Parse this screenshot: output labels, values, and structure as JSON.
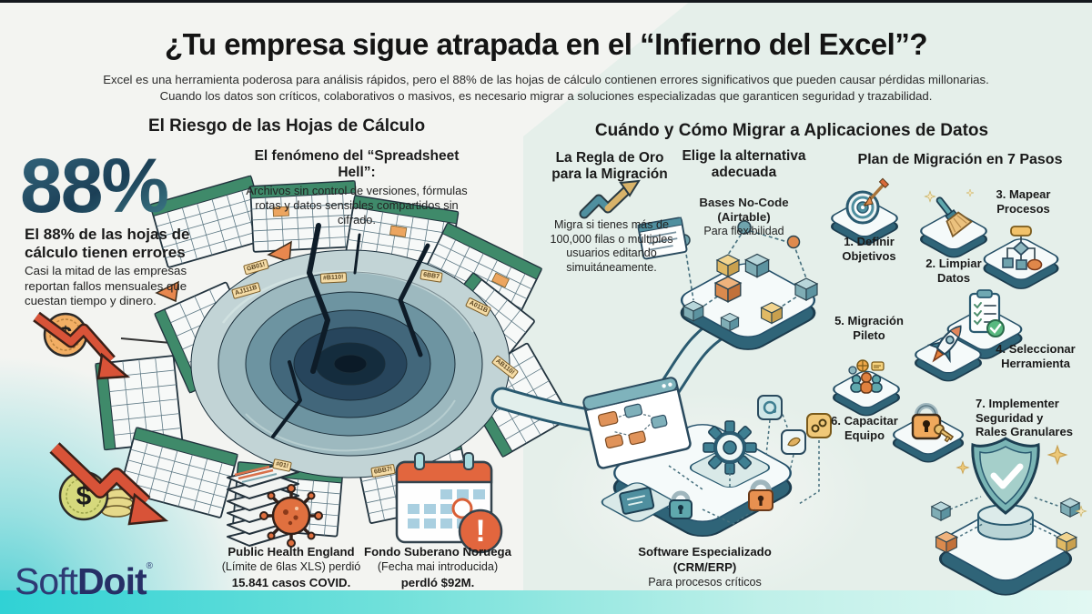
{
  "brand": {
    "soft": "Soft",
    "doit": "Doit",
    "reg": "®"
  },
  "colors": {
    "navy": "#262f66",
    "teal": "#3f7f92",
    "mint": "#e5efea",
    "orange": "#e0874a",
    "red_arrow": "#d85338",
    "band_cyan": "#30d2d5"
  },
  "header": {
    "title": "¿Tu empresa sigue atrapada en el “Infierno del Excel”?",
    "subtitle1": "Excel es una herramienta poderosa para análisis rápidos, pero el 88% de las hojas de cálculo contienen errores significativos que pueden causar pérdidas millonarias.",
    "subtitle2": "Cuando los datos son críticos, colaborativos o masivos, es necesario migrar a soluciones especializadas que garanticen seguridad y trazabilidad."
  },
  "left": {
    "title": "El Riesgo de las Hojas de Cálculo",
    "stat_value": "88%",
    "stat_headline": "El 88% de las hojas de cálculo tienen errores",
    "stat_detail": "Casi la mitad de las empresas reportan fallos mensuales que cuestan tiempo y dinero.",
    "hell_title": "El fenómeno del “Spreadsheet Hell”:",
    "hell_detail": "Archivos sin control de versiones, fórmulas rotas y datos sensibles compartidos sin cifrado.",
    "case1_title": "Public Health England",
    "case1_line2": "(Límite de 6las XLS) perdió",
    "case1_line3": "15.841 casos COVID.",
    "case2_title": "Fondo Suberano Noruega",
    "case2_line2": "(Fecha mai introducida)",
    "case2_line3": "perdló $92M.",
    "sheet_tags": [
      "GB01!",
      "AJ111B",
      "#B110!",
      "6BB7",
      "A011B",
      "#01!",
      "6BB7!",
      "AB110!"
    ]
  },
  "right": {
    "title": "Cuándo y Cómo Migrar a Aplicaciones de Datos",
    "rule_title1": "La Regla de Oro",
    "rule_title2": "para la Migración",
    "rule_detail": "Migra si tienes más de 100,000 filas o múltiples usuarios editando simuitáneamente.",
    "alt_title1": "Elige la alternativa",
    "alt_title2": "adecuada",
    "alt1_name": "Bases No-Code",
    "alt1_sub": "(Airtable)",
    "alt1_for": "Para flexibilidad",
    "alt2_name": "Software Especializado",
    "alt2_sub": "(CRM/ERP)",
    "alt2_for": "Para procesos críticos",
    "plan_title": "Plan de Migración en 7 Pasos",
    "steps": [
      {
        "label": "1. Definir\nObjetivos"
      },
      {
        "label": "2. Limpiar\nDatos"
      },
      {
        "label": "3. Mapear\nProcesos"
      },
      {
        "label": "4. Seleccionar\nHerramienta"
      },
      {
        "label": "5. Migración\nPileto"
      },
      {
        "label": "6. Capacitar\nEquipo"
      },
      {
        "label": "7. Implementer\nSeguridad y\nRales Granulares"
      }
    ]
  },
  "icons": {
    "dollar": "$",
    "exclamation": "!"
  }
}
